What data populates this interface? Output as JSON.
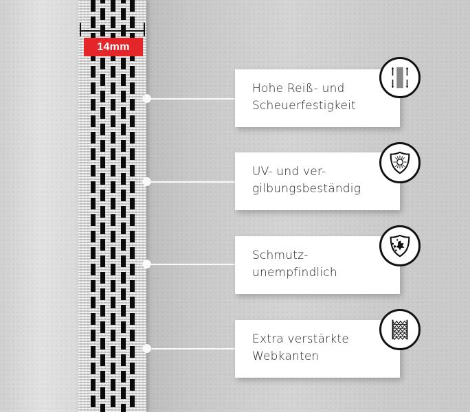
{
  "product": {
    "strap_width_label": "14mm",
    "strap_color": "#d9d9d9",
    "stitch_color": "#0b0b0b",
    "badge_color": "#e42529"
  },
  "features": [
    {
      "icon": "tear-resistance-icon",
      "line1": "Hohe Reiß- und",
      "line2": "Scheuerfestigkeit"
    },
    {
      "icon": "uv-shield-icon",
      "line1": "UV- und ver-",
      "line2": "gilbungsbeständig"
    },
    {
      "icon": "dirt-shield-icon",
      "line1": "Schmutz-",
      "line2": "unempfindlich"
    },
    {
      "icon": "woven-edge-icon",
      "line1": "Extra verstärkte",
      "line2": "Webkanten"
    }
  ]
}
